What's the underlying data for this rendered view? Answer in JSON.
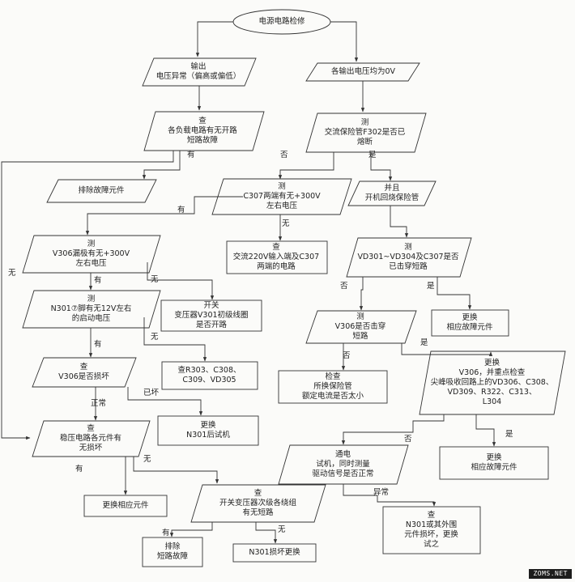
{
  "nodes": {
    "start": [
      "电源电路检修"
    ],
    "abn": [
      "输出",
      "电压异常（偏高或偏低）"
    ],
    "all0": [
      "各输出电压均为0V"
    ],
    "chk_load": [
      "查",
      "各负载电路有无开路",
      "短路故障"
    ],
    "fuse": [
      "测",
      "交流保险管F302是否已",
      "熔断"
    ],
    "fix_load": [
      "排除故障元件"
    ],
    "parallel": [
      "并且",
      "开机回烧保险管"
    ],
    "c307": [
      "测",
      "C307两端有无+300V",
      "左右电压"
    ],
    "vd301": [
      "测",
      "VD301~VD304及C307是否",
      "已击穿短路"
    ],
    "v306_300": [
      "测",
      "V306漏极有无+300V",
      "左右电压"
    ],
    "ac220": [
      "查",
      "交流220V输入端及C307",
      "两端的电路"
    ],
    "rep_vd": [
      "更换",
      "相应故障元件"
    ],
    "n301_12v": [
      "测",
      "N301⑦脚有无12V左右",
      "的启动电压"
    ],
    "t301": [
      "开关",
      "变压器V301初级线圈",
      "是否开路"
    ],
    "v306_break": [
      "测",
      "V306是否击穿",
      "短路"
    ],
    "v306_dmg": [
      "查",
      "V306是否损坏"
    ],
    "r303": [
      "查R303、C308、",
      "C309、VD305"
    ],
    "chk_fuse": [
      "检查",
      "所换保险管",
      "额定电流是否太小"
    ],
    "v306_rep": [
      "更换",
      "V306，并重点检查",
      "尖峰吸收回路上的VD306、C308、",
      "VD309、R322、C313、",
      "L304"
    ],
    "n301_rep": [
      "更换",
      "N301后试机"
    ],
    "stab": [
      "查",
      "稳压电路各元件有",
      "无损坏"
    ],
    "power_on": [
      "通电",
      "试机，同时测量",
      "驱动信号是否正常"
    ],
    "rep_corr": [
      "更换",
      "相应故障元件"
    ],
    "rep_elem": [
      "更换相应元件"
    ],
    "t_sec": [
      "查",
      "开关变压器次级各绕组",
      "有无短路"
    ],
    "n301_ext": [
      "查",
      "N301或其外围",
      "元件损坏，更换",
      "试之"
    ],
    "fix_short": [
      "排除",
      "短路故障"
    ],
    "n301_dmg": [
      "N301损坏更换"
    ]
  },
  "edge_labels": {
    "have1": "有",
    "no_left": "无",
    "have2": "有",
    "no_fuse": "否",
    "yes_fuse": "是",
    "no_c307": "无",
    "have3": "有",
    "no_v306": "无",
    "no_vd": "否",
    "yes_vd": "是",
    "have4": "有",
    "no_n301": "无",
    "no_break": "否",
    "yes_break": "是",
    "normal": "正常",
    "broken": "已坏",
    "no_drive": "否",
    "yes_drive": "是",
    "have5": "有",
    "no_stab": "无",
    "abnormal": "异常",
    "have6": "有",
    "no_sec": "无"
  },
  "watermark": "ZOMS.NET"
}
